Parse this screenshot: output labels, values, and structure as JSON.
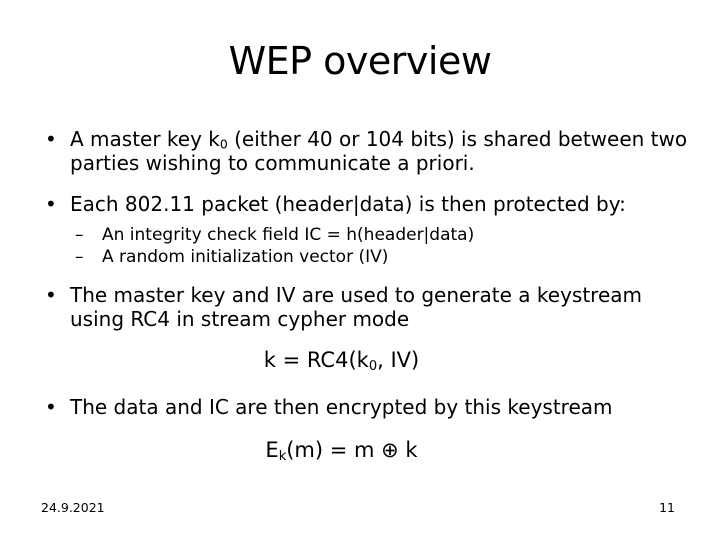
{
  "slide": {
    "title": "WEP overview",
    "colors": {
      "background": "#ffffff",
      "text": "#000000"
    },
    "bullet1": {
      "marker": "•",
      "text_before_sub": "A master key k",
      "sub": "0",
      "text_after_sub": " (either 40 or 104 bits) is shared between two parties wishing to communicate a priori."
    },
    "bullet2": {
      "marker": "•",
      "text": "Each 802.11 packet (header|data) is then protected by:"
    },
    "sub_bullets": [
      {
        "marker": "–",
        "text": "An integrity check field IC = h(header|data)"
      },
      {
        "marker": "–",
        "text": "A random initialization vector (IV)"
      }
    ],
    "bullet3": {
      "marker": "•",
      "text": "The master key and IV are used to generate a keystream using RC4 in stream cypher mode"
    },
    "formula_keystream": {
      "before": "k = RC4(k",
      "sub": "0",
      "after": ", IV)"
    },
    "bullet4": {
      "marker": "•",
      "text": "The data and IC are then encrypted by this keystream"
    },
    "formula_encryption": {
      "before": "E",
      "sub": "k",
      "after": "(m) = m ⊕ k"
    },
    "footer": {
      "date": "24.9.2021",
      "page_number": "11"
    }
  }
}
